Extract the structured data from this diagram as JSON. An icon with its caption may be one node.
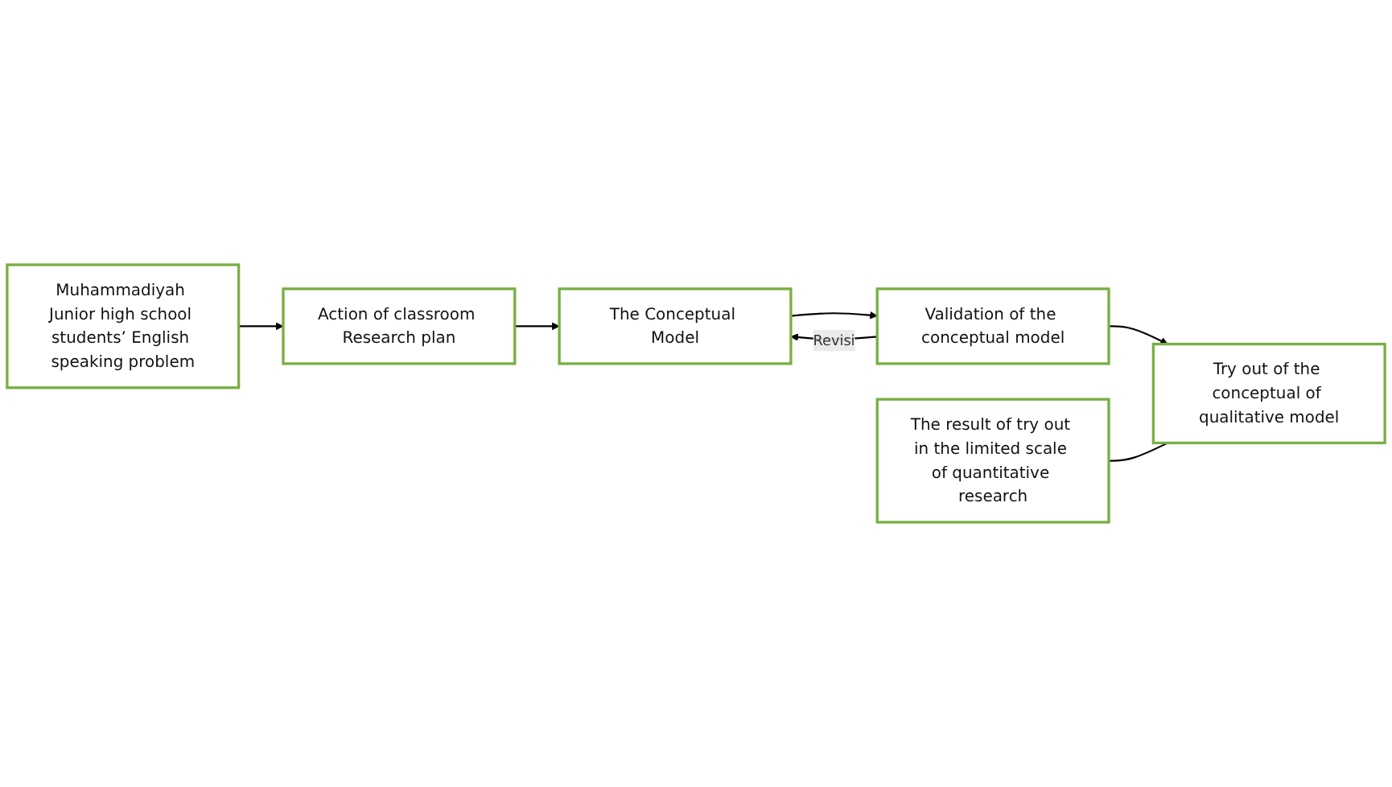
{
  "diagram": {
    "nodes": [
      {
        "text": [
          "Muhammadiyah Junior high school students’ English speaking problem"
        ]
      },
      {
        "text": [
          "Action of classroom Research plan"
        ]
      },
      {
        "text": [
          "The Conceptual Model"
        ]
      },
      {
        "text": [
          "Validation of the conceptual model"
        ]
      },
      {
        "text": [
          "The result of try out in the limited scale of quantitative research"
        ]
      },
      {
        "text": [
          "Try out of the conceptual of qualitative model"
        ]
      }
    ],
    "edges": [
      {
        "from": 0,
        "to": 1,
        "arrow": "to"
      },
      {
        "from": 1,
        "to": 2,
        "arrow": "to"
      },
      {
        "from": 3,
        "to": 2,
        "arrow": "to",
        "label": "Revisi"
      },
      {
        "from": 2,
        "to": 3,
        "arrow": "to"
      },
      {
        "from": 3,
        "to": 5,
        "arrow": "to"
      },
      {
        "from": 4,
        "to": 5,
        "arrow": "none"
      }
    ]
  }
}
